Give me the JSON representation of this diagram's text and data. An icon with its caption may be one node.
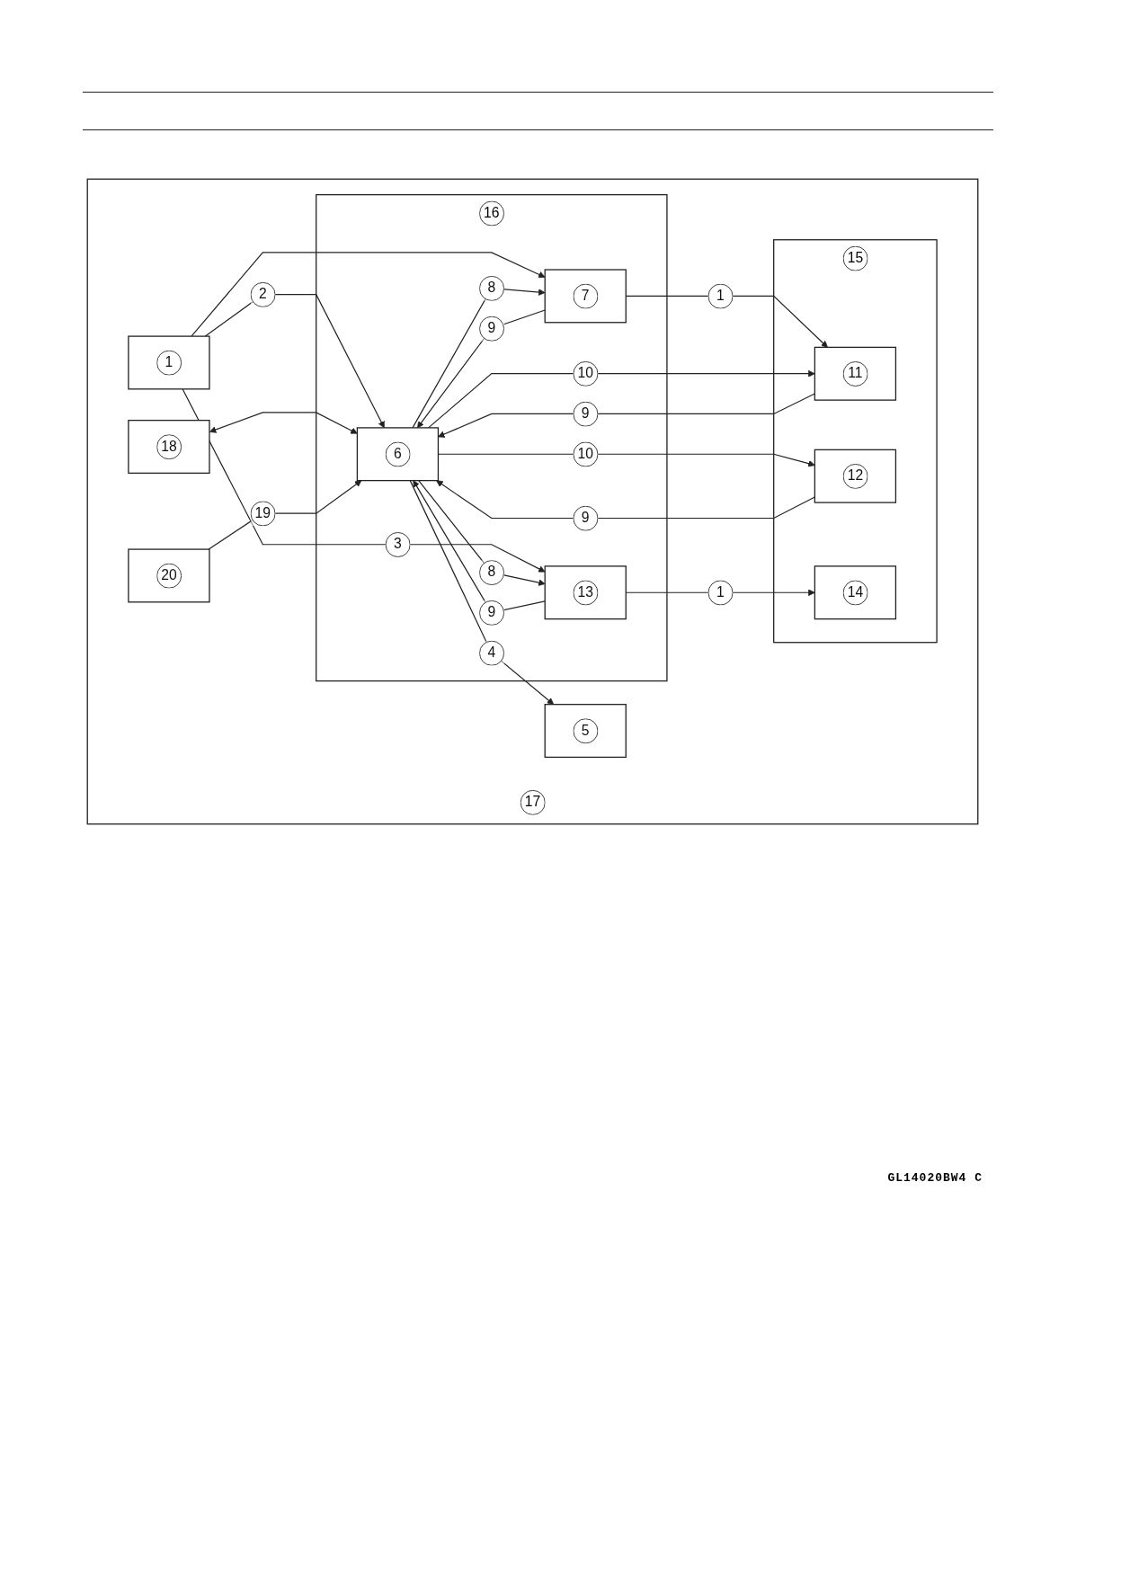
{
  "diagram": {
    "nodes": [
      {
        "text": [
          "17"
        ]
      },
      {
        "text": [
          "1"
        ],
        "in": 0
      },
      {
        "text": [
          "16"
        ],
        "in": 0
      },
      {
        "text": [
          "6"
        ],
        "in": 2
      },
      {
        "text": [
          "7"
        ],
        "in": 2
      },
      {
        "text": [
          "13"
        ],
        "in": 2
      },
      {
        "text": [
          "15"
        ],
        "in": 0
      },
      {
        "text": [
          "11"
        ],
        "in": 6
      },
      {
        "text": [
          "12"
        ],
        "in": 6
      },
      {
        "text": [
          "14"
        ],
        "in": 6
      },
      {
        "text": [
          "5"
        ],
        "in": 0
      },
      {
        "text": [
          "18"
        ],
        "in": 0
      },
      {
        "text": [
          "20"
        ],
        "in": 0
      }
    ],
    "edges": [
      {
        "from": 1,
        "to": 3,
        "arrow": "to",
        "label": "2"
      },
      {
        "from": 1,
        "to": 4,
        "arrow": "to"
      },
      {
        "from": 1,
        "to": 5,
        "arrow": "to",
        "label": "3"
      },
      {
        "from": 3,
        "to": 10,
        "arrow": "to",
        "label": "4"
      },
      {
        "from": 3,
        "to": 4,
        "arrow": "to",
        "label": "8"
      },
      {
        "from": 4,
        "to": 3,
        "arrow": "to",
        "label": "9"
      },
      {
        "from": 4,
        "to": 7,
        "arrow": "to",
        "label": "1"
      },
      {
        "from": 3,
        "to": 7,
        "arrow": "to",
        "label": "10"
      },
      {
        "from": 7,
        "to": 3,
        "arrow": "to",
        "label": "9"
      },
      {
        "from": 3,
        "to": 8,
        "arrow": "to",
        "label": "10"
      },
      {
        "from": 8,
        "to": 3,
        "arrow": "to",
        "label": "9"
      },
      {
        "from": 11,
        "to": 3,
        "arrow": "both"
      },
      {
        "from": 3,
        "to": 5,
        "arrow": "to",
        "label": "8"
      },
      {
        "from": 5,
        "to": 9,
        "arrow": "to",
        "label": "1"
      },
      {
        "from": 5,
        "to": 3,
        "arrow": "to",
        "label": "9"
      },
      {
        "from": 12,
        "to": 3,
        "arrow": "to",
        "label": "19"
      }
    ],
    "labels": [
      "GL14020BW4 C"
    ]
  }
}
